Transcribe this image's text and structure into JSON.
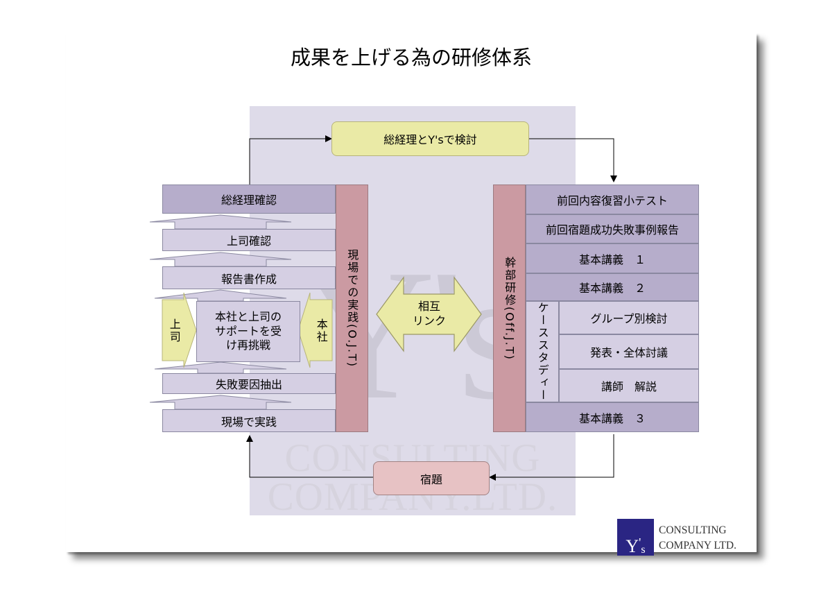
{
  "title": "成果を上げる為の研修体系",
  "watermark": {
    "mark": "Y's",
    "line1": "CONSULTING",
    "line2": "COMPANY.LTD."
  },
  "top_box": "総経理とY'sで検討",
  "bottom_box": "宿題",
  "center_arrow": "相互\nリンク",
  "ojt": {
    "column_label": "現場での実践(O.J.T)",
    "steps": [
      "総経理確認",
      "上司確認",
      "報告書作成",
      "本社と上司の\nサポートを受\nけ再挑戦",
      "失敗要因抽出",
      "現場で実践"
    ],
    "side_left": "上司",
    "side_right": "本社"
  },
  "offjt": {
    "column_label": "幹部研修(Off.J.T)",
    "items": [
      "前回内容復習小テスト",
      "前回宿題成功失敗事例報告",
      "基本講義　１",
      "基本講義　２",
      "グループ別検討",
      "発表・全体討議",
      "講師　解説",
      "基本講義　３"
    ],
    "case_study_label": "ケーススタディー"
  },
  "logo": {
    "mark": "Y",
    "mark_suffix": "s",
    "line1": "CONSULTING",
    "line2": "COMPANY LTD."
  },
  "colors": {
    "box_purple": "#b6adcb",
    "box_light": "#d5cfe3",
    "column_rose": "#cb9aa2",
    "yellow": "#eaeaa6",
    "pink": "#e7c2c4",
    "logo_navy": "#2a2583"
  }
}
